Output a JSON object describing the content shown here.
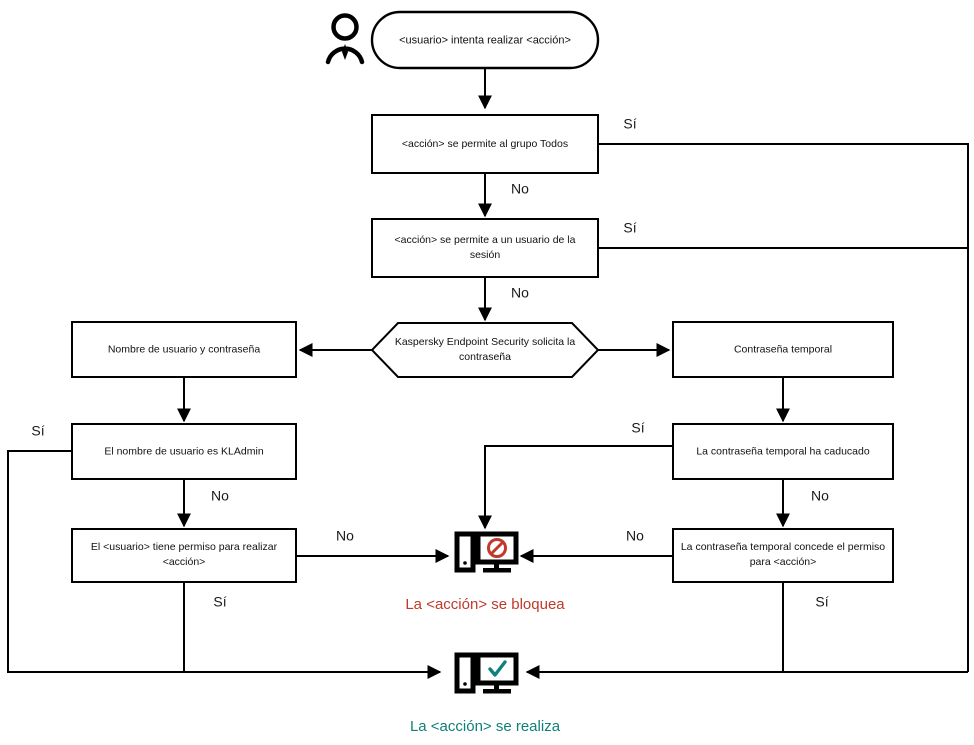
{
  "diagram": {
    "title": "Flujo de comprobacion de permisos de Kaspersky Endpoint Security",
    "colors": {
      "line": "#000000",
      "node_fill": "#ffffff",
      "text": "#111111",
      "blocked": "#c0392b",
      "allowed": "#10807a"
    }
  },
  "actor": {
    "name": "usuario-actor",
    "icon": "person-icon"
  },
  "nodes": {
    "start": {
      "label": "<usuario> intenta realizar <acción>",
      "shape": "stadium"
    },
    "everyone_group": {
      "label": "<acción> se permite al grupo Todos",
      "shape": "rect"
    },
    "session_user": {
      "label_line1": "<acción> se permite a un usuario de la",
      "label_line2": "sesión",
      "shape": "rect"
    },
    "kes_prompt": {
      "label_line1": "Kaspersky Endpoint Security solicita la",
      "label_line2": "contraseña",
      "shape": "hexagon"
    },
    "username_password": {
      "label": "Nombre de usuario y contraseña",
      "shape": "rect"
    },
    "temp_password": {
      "label": "Contraseña temporal",
      "shape": "rect"
    },
    "is_kladmin": {
      "label": "El nombre de usuario es KLAdmin",
      "shape": "rect"
    },
    "temp_expired": {
      "label": "La contraseña temporal ha caducado",
      "shape": "rect"
    },
    "user_has_permission": {
      "label_line1": "El <usuario> tiene permiso para realizar",
      "label_line2": "<acción>",
      "shape": "rect"
    },
    "temp_grants_permission": {
      "label_line1": "La contraseña temporal concede el permiso",
      "label_line2": "para <acción>",
      "shape": "rect"
    }
  },
  "outcomes": {
    "blocked": {
      "label": "La <acción> se bloquea",
      "icon": "computer-blocked-icon",
      "color": "#c0392b"
    },
    "allowed": {
      "label": "La <acción> se realiza",
      "icon": "computer-allowed-icon",
      "color": "#10807a"
    }
  },
  "edge_labels": {
    "everyone_yes": "Sí",
    "everyone_no": "No",
    "session_yes": "Sí",
    "session_no": "No",
    "kladmin_yes": "Sí",
    "kladmin_no": "No",
    "permission_no": "No",
    "permission_yes": "Sí",
    "expired_yes": "Sí",
    "expired_no": "No",
    "grants_no": "No",
    "grants_yes": "Sí"
  }
}
